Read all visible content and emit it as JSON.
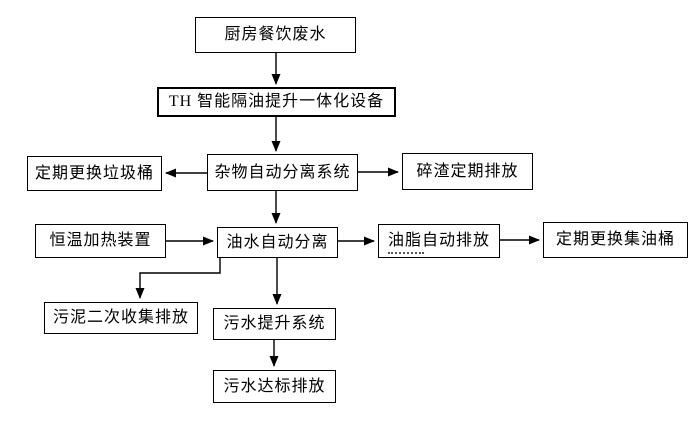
{
  "diagram": {
    "type": "flowchart",
    "background": "#ffffff",
    "line_color": "#000000",
    "box_border_color": "#000000",
    "box_fill_color": "#ffffff",
    "nodes": {
      "kitchen": {
        "label": "厨房餐饮废水"
      },
      "th_device": {
        "label": "TH 智能隔油提升一体化设备"
      },
      "trash_bin": {
        "label": "定期更换垃圾桶"
      },
      "debris_system": {
        "label": "杂物自动分离系统"
      },
      "residue_discharge": {
        "label": "碎渣定期排放"
      },
      "heater": {
        "label": "恒温加热装置"
      },
      "oil_water": {
        "label": "油水自动分离"
      },
      "grease_discharge": {
        "label": "油脂自动排放"
      },
      "oil_bucket": {
        "label": "定期更换集油桶"
      },
      "sludge_discharge": {
        "label": "污泥二次收集排放"
      },
      "sewage_lift": {
        "label": "污水提升系统"
      },
      "sewage_final": {
        "label": "污水达标排放"
      }
    },
    "edges": [
      {
        "from": "kitchen",
        "to": "th_device"
      },
      {
        "from": "th_device",
        "to": "debris_system"
      },
      {
        "from": "debris_system",
        "to": "trash_bin"
      },
      {
        "from": "debris_system",
        "to": "residue_discharge"
      },
      {
        "from": "debris_system",
        "to": "oil_water"
      },
      {
        "from": "heater",
        "to": "oil_water"
      },
      {
        "from": "oil_water",
        "to": "grease_discharge"
      },
      {
        "from": "grease_discharge",
        "to": "oil_bucket"
      },
      {
        "from": "oil_water",
        "to": "sludge_discharge"
      },
      {
        "from": "oil_water",
        "to": "sewage_lift"
      },
      {
        "from": "sewage_lift",
        "to": "sewage_final"
      }
    ]
  }
}
